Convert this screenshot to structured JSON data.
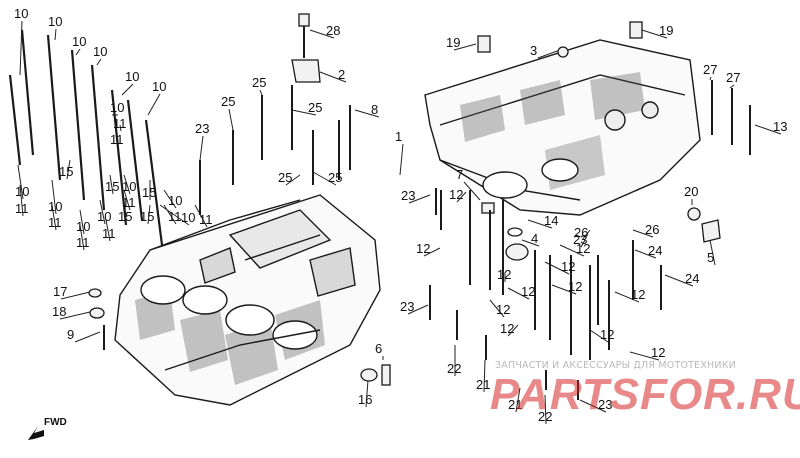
{
  "diagram": {
    "callouts": [
      {
        "id": "c1",
        "label": "10"
      },
      {
        "id": "c2",
        "label": "10"
      },
      {
        "id": "c3",
        "label": "10"
      },
      {
        "id": "c4",
        "label": "10"
      },
      {
        "id": "c5",
        "label": "10"
      },
      {
        "id": "c6",
        "label": "10"
      },
      {
        "id": "c7",
        "label": "10"
      },
      {
        "id": "c8",
        "label": "11"
      },
      {
        "id": "c9",
        "label": "11"
      },
      {
        "id": "c10",
        "label": "15"
      },
      {
        "id": "c11",
        "label": "10"
      },
      {
        "id": "c12",
        "label": "11"
      },
      {
        "id": "c13",
        "label": "10"
      },
      {
        "id": "c14",
        "label": "11"
      },
      {
        "id": "c15",
        "label": "15"
      },
      {
        "id": "c16",
        "label": "10"
      },
      {
        "id": "c17",
        "label": "11"
      },
      {
        "id": "c18",
        "label": "15"
      },
      {
        "id": "c19",
        "label": "10"
      },
      {
        "id": "c20",
        "label": "11"
      },
      {
        "id": "c21",
        "label": "15"
      },
      {
        "id": "c22",
        "label": "10"
      },
      {
        "id": "c23",
        "label": "11"
      },
      {
        "id": "c24",
        "label": "10"
      },
      {
        "id": "c25",
        "label": "11"
      },
      {
        "id": "c26",
        "label": "15"
      },
      {
        "id": "c27",
        "label": "10"
      },
      {
        "id": "c28",
        "label": "11"
      },
      {
        "id": "c29",
        "label": "23"
      },
      {
        "id": "c30",
        "label": "25"
      },
      {
        "id": "c31",
        "label": "25"
      },
      {
        "id": "c32",
        "label": "25"
      },
      {
        "id": "c33",
        "label": "8"
      },
      {
        "id": "c34",
        "label": "25"
      },
      {
        "id": "c35",
        "label": "25"
      },
      {
        "id": "c36",
        "label": "1"
      },
      {
        "id": "c37",
        "label": "28"
      },
      {
        "id": "c38",
        "label": "2"
      },
      {
        "id": "c39",
        "label": "19"
      },
      {
        "id": "c40",
        "label": "3"
      },
      {
        "id": "c41",
        "label": "19"
      },
      {
        "id": "c42",
        "label": "27"
      },
      {
        "id": "c43",
        "label": "27"
      },
      {
        "id": "c44",
        "label": "13"
      },
      {
        "id": "c45",
        "label": "20"
      },
      {
        "id": "c46",
        "label": "5"
      },
      {
        "id": "c47",
        "label": "7"
      },
      {
        "id": "c48",
        "label": "23"
      },
      {
        "id": "c49",
        "label": "12"
      },
      {
        "id": "c50",
        "label": "14"
      },
      {
        "id": "c51",
        "label": "4"
      },
      {
        "id": "c52",
        "label": "26"
      },
      {
        "id": "c53",
        "label": "26"
      },
      {
        "id": "c54",
        "label": "24"
      },
      {
        "id": "c55",
        "label": "12"
      },
      {
        "id": "c56",
        "label": "12"
      },
      {
        "id": "c57",
        "label": "24"
      },
      {
        "id": "c58",
        "label": "12"
      },
      {
        "id": "c59",
        "label": "12"
      },
      {
        "id": "c60",
        "label": "12"
      },
      {
        "id": "c61",
        "label": "12"
      },
      {
        "id": "c62",
        "label": "23"
      },
      {
        "id": "c63",
        "label": "12"
      },
      {
        "id": "c64",
        "label": "12"
      },
      {
        "id": "c65",
        "label": "12"
      },
      {
        "id": "c66",
        "label": "12"
      },
      {
        "id": "c67",
        "label": "22"
      },
      {
        "id": "c68",
        "label": "12"
      },
      {
        "id": "c69",
        "label": "21"
      },
      {
        "id": "c70",
        "label": "21"
      },
      {
        "id": "c71",
        "label": "22"
      },
      {
        "id": "c72",
        "label": "23"
      },
      {
        "id": "c73",
        "label": "17"
      },
      {
        "id": "c74",
        "label": "18"
      },
      {
        "id": "c75",
        "label": "9"
      },
      {
        "id": "c76",
        "label": "6"
      },
      {
        "id": "c77",
        "label": "16"
      },
      {
        "id": "c78",
        "label": "23"
      }
    ],
    "orientation_label": "FWD"
  },
  "watermark": {
    "caption": "ЗАПЧАСТИ И АКСЕССУАРЫ ДЛЯ МОТОТЕХНИКИ",
    "brand": "PARTSFOR.RU",
    "brand_color": "#d62828"
  }
}
